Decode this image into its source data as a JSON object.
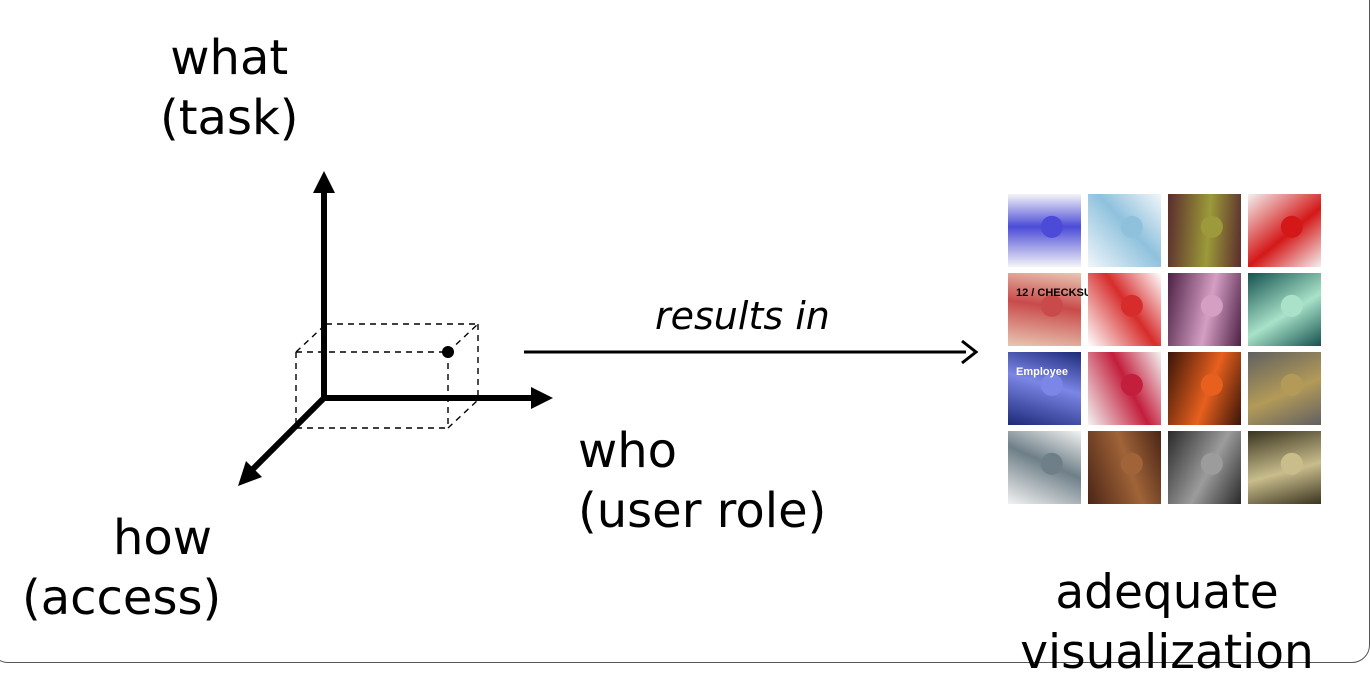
{
  "axes": {
    "what": {
      "line1": "what",
      "line2": "(task)"
    },
    "who": {
      "line1": "who",
      "line2": "(user role)"
    },
    "how": {
      "line1": "how",
      "line2": "(access)"
    }
  },
  "arrow_label": "results in",
  "result": {
    "line1": "adequate",
    "line2": "visualization"
  },
  "thumbnails": [
    {
      "name": "thumb-word-cloud-blue",
      "colors": [
        "#f4f4f8",
        "#4b4bd8"
      ],
      "caption": ""
    },
    {
      "name": "thumb-bubble-chart",
      "colors": [
        "#f0f6fa",
        "#8fc1dd"
      ],
      "caption": ""
    },
    {
      "name": "thumb-circles-render",
      "colors": [
        "#5a2c2c",
        "#9c9a3a"
      ],
      "caption": ""
    },
    {
      "name": "thumb-red-network-map",
      "colors": [
        "#f4f0f0",
        "#d41818"
      ],
      "caption": ""
    },
    {
      "name": "thumb-checksum-map",
      "colors": [
        "#e8c7b3",
        "#c94a4a"
      ],
      "caption": "12 / CHECKSU"
    },
    {
      "name": "thumb-node-link-graph",
      "colors": [
        "#ffffff",
        "#d72c2c"
      ],
      "caption": ""
    },
    {
      "name": "thumb-purple-organic",
      "colors": [
        "#4d2144",
        "#d59fc4"
      ],
      "caption": ""
    },
    {
      "name": "thumb-teal-network",
      "colors": [
        "#15524f",
        "#a9e2c9"
      ],
      "caption": ""
    },
    {
      "name": "thumb-employee-lines",
      "colors": [
        "#1c2a78",
        "#7b86e6"
      ],
      "caption": "Employee"
    },
    {
      "name": "thumb-abstract-shapes",
      "colors": [
        "#f3f3f3",
        "#c31e3c"
      ],
      "caption": ""
    },
    {
      "name": "thumb-orange-glow",
      "colors": [
        "#3a1508",
        "#e8601e"
      ],
      "caption": ""
    },
    {
      "name": "thumb-photo-mosaic",
      "colors": [
        "#606060",
        "#b39a58"
      ],
      "caption": ""
    },
    {
      "name": "thumb-gray-tree",
      "colors": [
        "#f2f2f2",
        "#6e7f88"
      ],
      "caption": ""
    },
    {
      "name": "thumb-brown-texture",
      "colors": [
        "#4b2516",
        "#a06438"
      ],
      "caption": ""
    },
    {
      "name": "thumb-text-stripes",
      "colors": [
        "#2a2a2a",
        "#9c9c9c"
      ],
      "caption": ""
    },
    {
      "name": "thumb-olive-typography",
      "colors": [
        "#3a3420",
        "#c9bd8c"
      ],
      "caption": ""
    }
  ]
}
